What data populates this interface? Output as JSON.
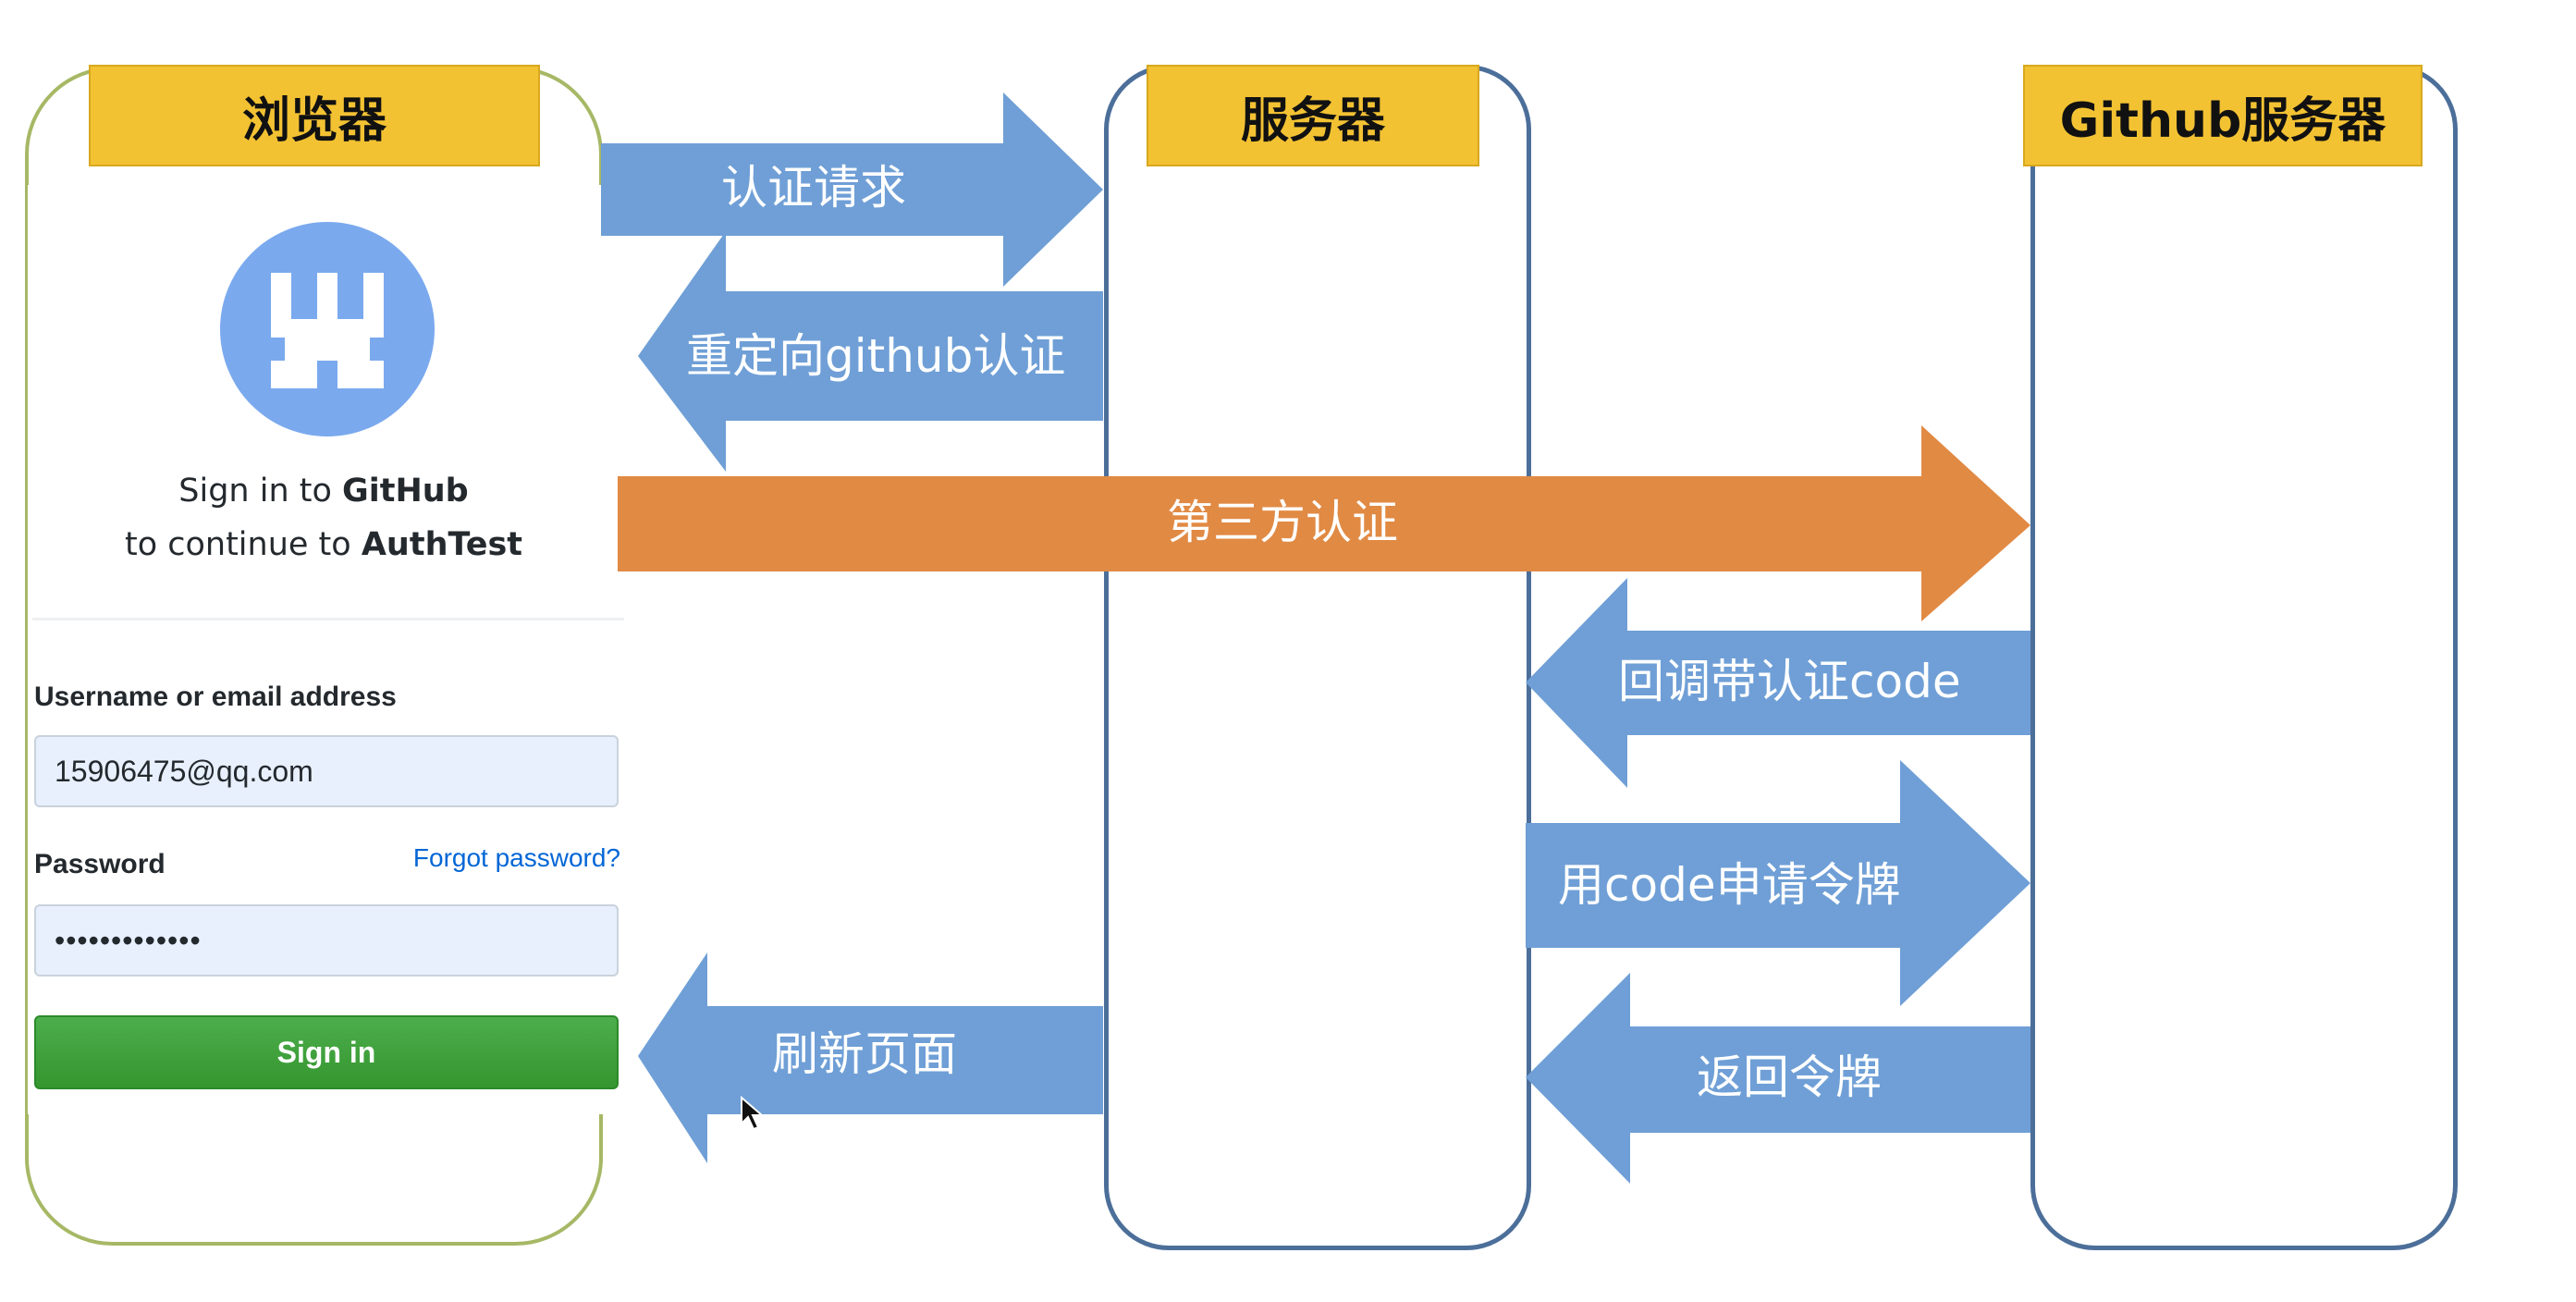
{
  "columns": {
    "browser": "浏览器",
    "server": "服务器",
    "github": "Github服务器"
  },
  "arrows": {
    "auth_request": "认证请求",
    "redirect_github": "重定向github认证",
    "third_party_auth": "第三方认证",
    "callback_code": "回调带认证code",
    "request_token": "用code申请令牌",
    "return_token": "返回令牌",
    "refresh_page": "刷新页面"
  },
  "login_card": {
    "title_prefix": "Sign in to ",
    "title_brand": "GitHub",
    "subtitle_prefix": "to continue to ",
    "subtitle_app": "AuthTest",
    "username_label": "Username or email address",
    "username_value": "15906475@qq.com",
    "password_label": "Password",
    "forgot_link": "Forgot password?",
    "password_value": "•••••••••••••",
    "signin_button": "Sign in"
  },
  "colors": {
    "arrow_blue": "#6f9fd6",
    "arrow_orange": "#e18a44",
    "header_yellow": "#f3c233",
    "button_green": "#3ea33b"
  }
}
